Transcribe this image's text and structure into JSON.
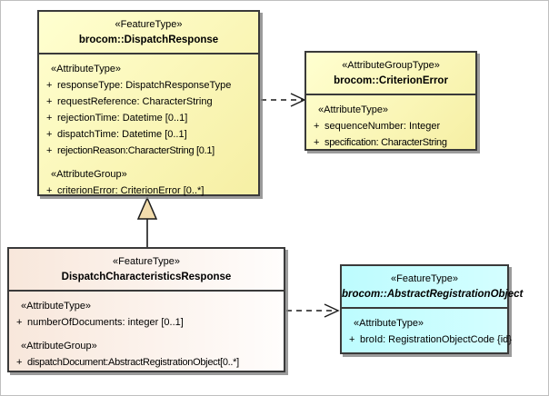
{
  "colors": {
    "yellow_start": "#FFFFD0",
    "yellow_end": "#F6EFA4",
    "pink_start": "#F8E7DB",
    "pink_end": "#FFFDFC",
    "cyan_start": "#BDFCFE",
    "cyan_end": "#D4FEFF",
    "border": "#3A3A3A",
    "triangle_fill": "#F2DCAC",
    "line": "#1A1A1A"
  },
  "classes": [
    {
      "stereotype": "«FeatureType»",
      "name": "brocom::DispatchResponse",
      "sections": [
        {
          "label": "«AttributeType»",
          "rows": [
            {
              "vis": "+",
              "text": "responseType: DispatchResponseType"
            },
            {
              "vis": "+",
              "text": "requestReference: CharacterString"
            },
            {
              "vis": "+",
              "text": "rejectionTime: Datetime [0..1]"
            },
            {
              "vis": "+",
              "text": "dispatchTime: Datetime [0..1]"
            },
            {
              "vis": "+",
              "text": "rejectionReason:CharacterString [0.1]"
            }
          ]
        },
        {
          "label": "«AttributeGroup»",
          "rows": [
            {
              "vis": "+",
              "text": "criterionError: CriterionError [0..*]"
            }
          ]
        }
      ]
    },
    {
      "stereotype": "«AttributeGroupType»",
      "name": "brocom::CriterionError",
      "sections": [
        {
          "label": "«AttributeType»",
          "rows": [
            {
              "vis": "+",
              "text": "sequenceNumber: Integer"
            },
            {
              "vis": "+",
              "text": "specification: CharacterString"
            }
          ]
        }
      ]
    },
    {
      "stereotype": "«FeatureType»",
      "name": "DispatchCharacteristicsResponse",
      "sections": [
        {
          "label": "«AttributeType»",
          "rows": [
            {
              "vis": "+",
              "text": "numberOfDocuments: integer [0..1]"
            }
          ]
        },
        {
          "label": "«AttributeGroup»",
          "rows": [
            {
              "vis": "+",
              "text": "dispatchDocument:AbstractRegistrationObject[0..*]"
            }
          ]
        }
      ]
    },
    {
      "stereotype": "«FeatureType»",
      "name": "brocom::AbstractRegistrationObject",
      "sections": [
        {
          "label": "«AttributeType»",
          "rows": [
            {
              "vis": "+",
              "text": "broId: RegistrationObjectCode {id}"
            }
          ]
        }
      ]
    }
  ],
  "connectors": [
    {
      "type": "dependency",
      "from": "brocom::DispatchResponse",
      "to": "brocom::CriterionError"
    },
    {
      "type": "generalization",
      "from": "DispatchCharacteristicsResponse",
      "to": "brocom::DispatchResponse"
    },
    {
      "type": "dependency",
      "from": "DispatchCharacteristicsResponse",
      "to": "brocom::AbstractRegistrationObject"
    }
  ]
}
